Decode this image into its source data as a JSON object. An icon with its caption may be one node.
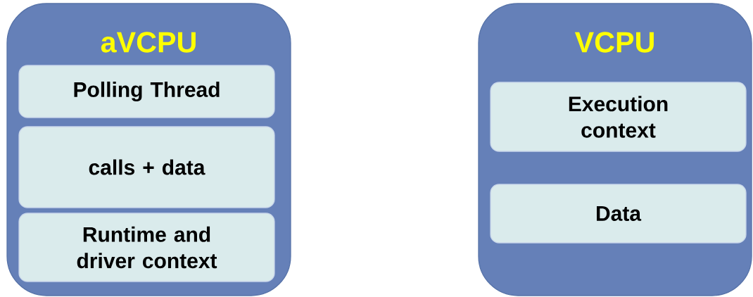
{
  "diagram": {
    "nodes": [
      {
        "text": [
          "aVCPU"
        ]
      },
      {
        "text": [
          "Polling Thread"
        ],
        "in": 0
      },
      {
        "text": [
          "calls + data"
        ],
        "in": 0
      },
      {
        "text": [
          "Runtime and driver context"
        ],
        "in": 0
      },
      {
        "text": [
          "VCPU"
        ]
      },
      {
        "text": [
          "Execution context"
        ],
        "in": 4
      },
      {
        "text": [
          "Data"
        ],
        "in": 4
      }
    ]
  }
}
